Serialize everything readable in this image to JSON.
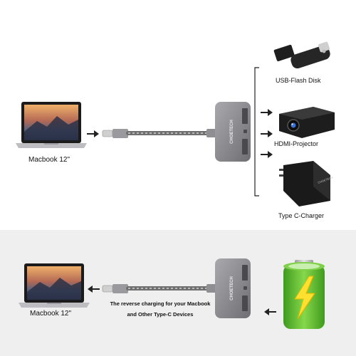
{
  "top_section": {
    "laptop_label": "Macbook 12\"",
    "devices": [
      {
        "label": "USB-Flash Disk",
        "icon": "usb-flash-disk-icon"
      },
      {
        "label": "HDMI-Projector",
        "icon": "projector-icon"
      },
      {
        "label": "Type C-Charger",
        "icon": "charger-icon"
      }
    ],
    "hub_brand": "CHOETECH"
  },
  "bottom_section": {
    "laptop_label": "Macbook 12\"",
    "note_line1": "The reverse charging for your Macbook",
    "note_line2": "and Other Type-C Devices",
    "battery_icon": "charging-battery-icon",
    "hub_brand": "CHOETECH"
  },
  "colors": {
    "hub": "#8e8e93",
    "cable": "#7a7a7a",
    "battery_green": "#5db82e",
    "bolt": "#ffe030",
    "arrow": "#222222",
    "panel_bg": "#efefef"
  }
}
